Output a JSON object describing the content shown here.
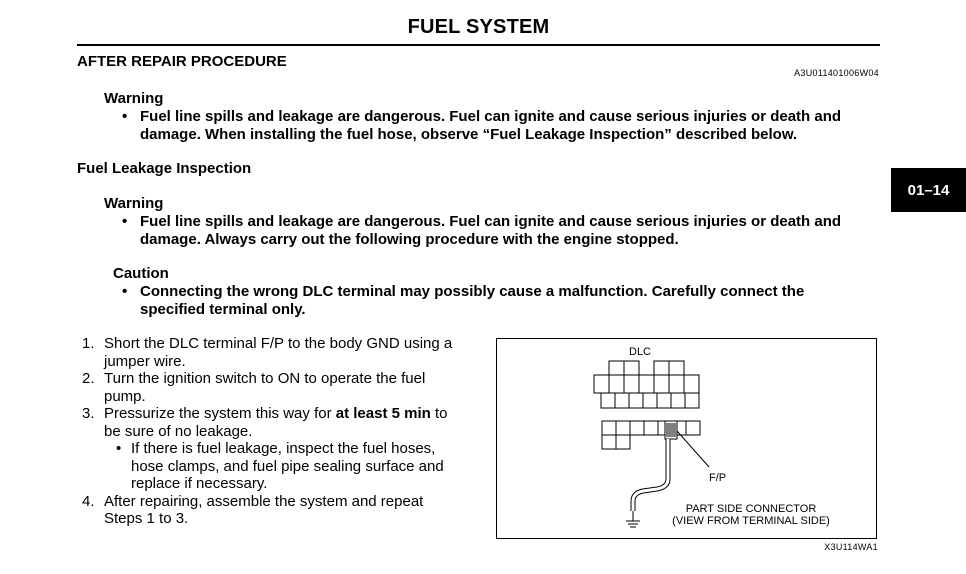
{
  "header": {
    "title": "FUEL SYSTEM",
    "section_title": "AFTER REPAIR PROCEDURE",
    "doc_code": "A3U011401006W04",
    "page_tab": "01–14"
  },
  "warning_1": {
    "label": "Warning",
    "text": "Fuel line spills and leakage are dangerous. Fuel can ignite and cause serious injuries or death and damage. When installing the fuel hose, observe “Fuel Leakage Inspection” described below."
  },
  "subsection_title": "Fuel Leakage Inspection",
  "warning_2": {
    "label": "Warning",
    "text": "Fuel line spills and leakage are dangerous. Fuel can ignite and cause serious injuries or death and damage. Always carry out the following procedure with the engine stopped."
  },
  "caution": {
    "label": "Caution",
    "text": "Connecting the wrong DLC terminal may possibly cause a malfunction. Carefully connect the specified terminal only."
  },
  "steps": {
    "s1_num": "1.",
    "s1_text": "Short the DLC terminal F/P to the body GND using a jumper wire.",
    "s2_num": "2.",
    "s2_text": "Turn the ignition switch to ON to operate the fuel pump.",
    "s3_num": "3.",
    "s3_text_pre": "Pressurize the system this way for ",
    "s3_text_bold": "at least 5 min",
    "s3_text_post": " to be sure of no leakage.",
    "s3_sub": "If there is fuel leakage, inspect the fuel hoses, hose clamps, and fuel pipe sealing surface and replace if necessary.",
    "s4_num": "4.",
    "s4_text": "After repairing, assemble the system and repeat Steps 1 to 3."
  },
  "diagram": {
    "dlc_label": "DLC",
    "fp_label": "F/P",
    "connector_line1": "PART SIDE CONNECTOR",
    "connector_line2": "(VIEW FROM TERMINAL SIDE)",
    "figure_code": "X3U114WA1"
  },
  "bullet_symbol": "•"
}
